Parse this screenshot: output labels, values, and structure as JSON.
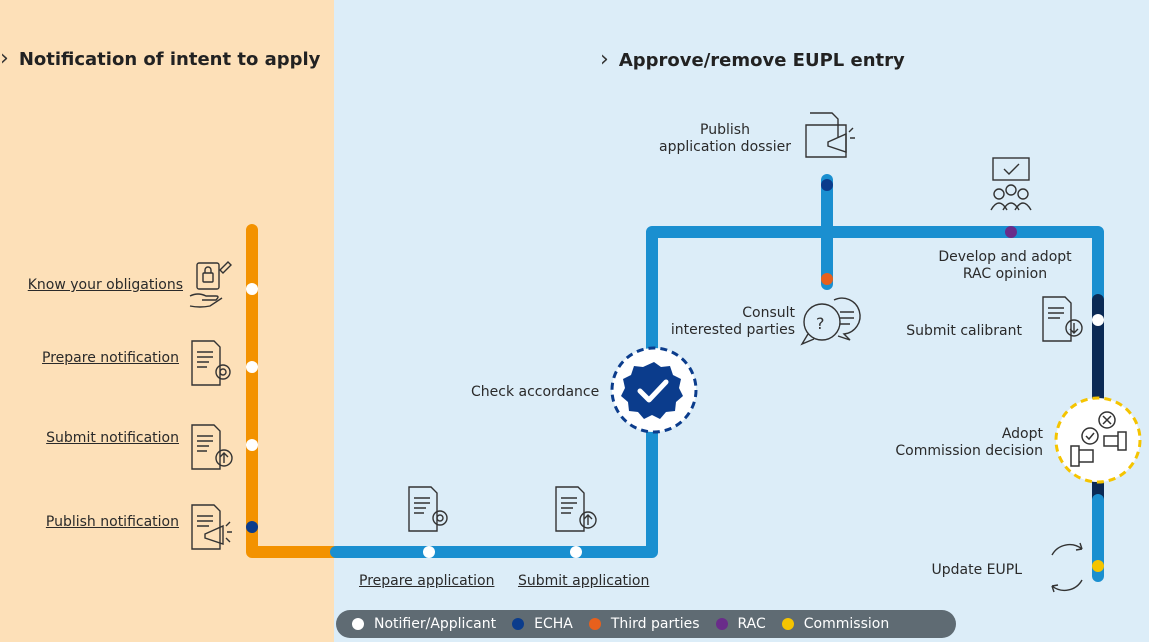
{
  "headings": {
    "left": "Notification of intent to apply",
    "right": "Approve/remove EUPL entry"
  },
  "steps": {
    "know_obligations": "Know your obligations",
    "prepare_notification": "Prepare notification",
    "submit_notification": "Submit notification",
    "publish_notification": "Publish notification",
    "prepare_application": "Prepare application",
    "submit_application": "Submit application",
    "check_accordance": "Check accordance",
    "publish_dossier_line1": "Publish",
    "publish_dossier_line2": "application dossier",
    "consult_line1": "Consult",
    "consult_line2": "interested parties",
    "develop_line1": "Develop and adopt",
    "develop_line2": "RAC opinion",
    "submit_calibrant": "Submit calibrant",
    "adopt_line1": "Adopt",
    "adopt_line2": "Commission decision",
    "update_eupl": "Update EUPL"
  },
  "legend": [
    {
      "label": "Notifier/Applicant",
      "color": "#ffffff"
    },
    {
      "label": "ECHA",
      "color": "#0b3c8c"
    },
    {
      "label": "Third parties",
      "color": "#e8601c"
    },
    {
      "label": "RAC",
      "color": "#6a2c8a"
    },
    {
      "label": "Commission",
      "color": "#f5c400"
    }
  ],
  "colors": {
    "left_panel_bg": "#fde0b8",
    "right_panel_bg": "#dcedf8",
    "orange_line": "#f39200",
    "blue_line": "#1a8fd0",
    "dark_line": "#0b2a55"
  },
  "icons": [
    "lock-hand-icon",
    "document-gear-icon",
    "document-upload-icon",
    "document-megaphone-icon",
    "folder-megaphone-icon",
    "speech-bubbles-icon",
    "verified-badge-icon",
    "committee-vote-icon",
    "document-download-icon",
    "handshake-icon",
    "refresh-icon"
  ]
}
